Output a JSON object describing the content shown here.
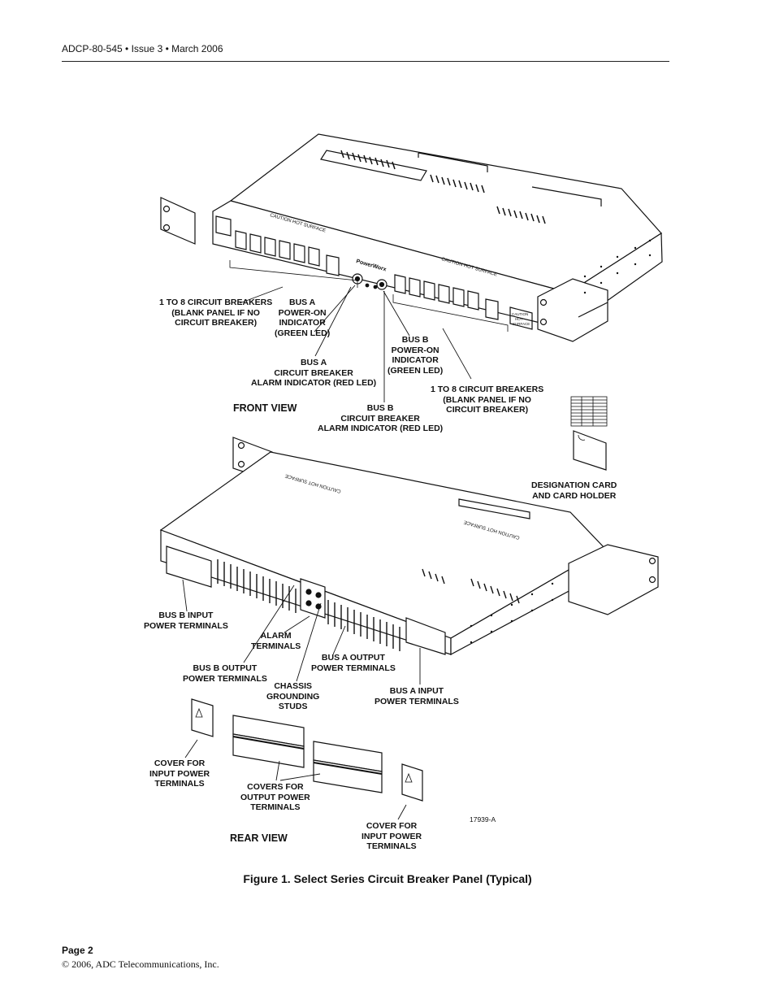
{
  "header": {
    "doc_id": "ADCP-80-545 • Issue 3 • March 2006"
  },
  "figure": {
    "front_view_label": "FRONT VIEW",
    "rear_view_label": "REAR VIEW",
    "figure_number": "17939-A",
    "panel_text": {
      "caution_hot_surface": "CAUTION HOT SURFACE",
      "brand": "PowerWorx",
      "caution_small": [
        "CAUTION",
        "HOT",
        "SURFACE"
      ]
    },
    "callouts_front": {
      "breakers_left": [
        "1 TO 8 CIRCUIT BREAKERS",
        "(BLANK PANEL IF NO",
        "CIRCUIT BREAKER)"
      ],
      "bus_a_power": [
        "BUS A",
        "POWER-ON",
        "INDICATOR",
        "(GREEN LED)"
      ],
      "bus_b_power": [
        "BUS B",
        "POWER-ON",
        "INDICATOR",
        "(GREEN LED)"
      ],
      "bus_a_alarm": [
        "BUS A",
        "CIRCUIT BREAKER",
        "ALARM INDICATOR (RED LED)"
      ],
      "breakers_right": [
        "1 TO 8 CIRCUIT BREAKERS",
        "(BLANK PANEL IF NO",
        "CIRCUIT BREAKER)"
      ],
      "bus_b_alarm": [
        "BUS B",
        "CIRCUIT BREAKER",
        "ALARM INDICATOR (RED LED)"
      ],
      "designation": [
        "DESIGNATION CARD",
        "AND CARD HOLDER"
      ]
    },
    "callouts_rear": {
      "bus_b_input": [
        "BUS B INPUT",
        "POWER TERMINALS"
      ],
      "alarm_terminals": [
        "ALARM",
        "TERMINALS"
      ],
      "bus_b_output": [
        "BUS B OUTPUT",
        "POWER TERMINALS"
      ],
      "bus_a_output": [
        "BUS A OUTPUT",
        "POWER TERMINALS"
      ],
      "chassis": [
        "CHASSIS",
        "GROUNDING",
        "STUDS"
      ],
      "bus_a_input": [
        "BUS A INPUT",
        "POWER TERMINALS"
      ],
      "cover_input_left": [
        "COVER FOR",
        "INPUT POWER",
        "TERMINALS"
      ],
      "covers_output": [
        "COVERS FOR",
        "OUTPUT POWER",
        "TERMINALS"
      ],
      "cover_input_right": [
        "COVER FOR",
        "INPUT POWER",
        "TERMINALS"
      ]
    }
  },
  "caption": "Figure 1. Select Series Circuit Breaker Panel (Typical)",
  "footer": {
    "page": "Page 2",
    "copyright": "© 2006, ADC Telecommunications, Inc."
  }
}
